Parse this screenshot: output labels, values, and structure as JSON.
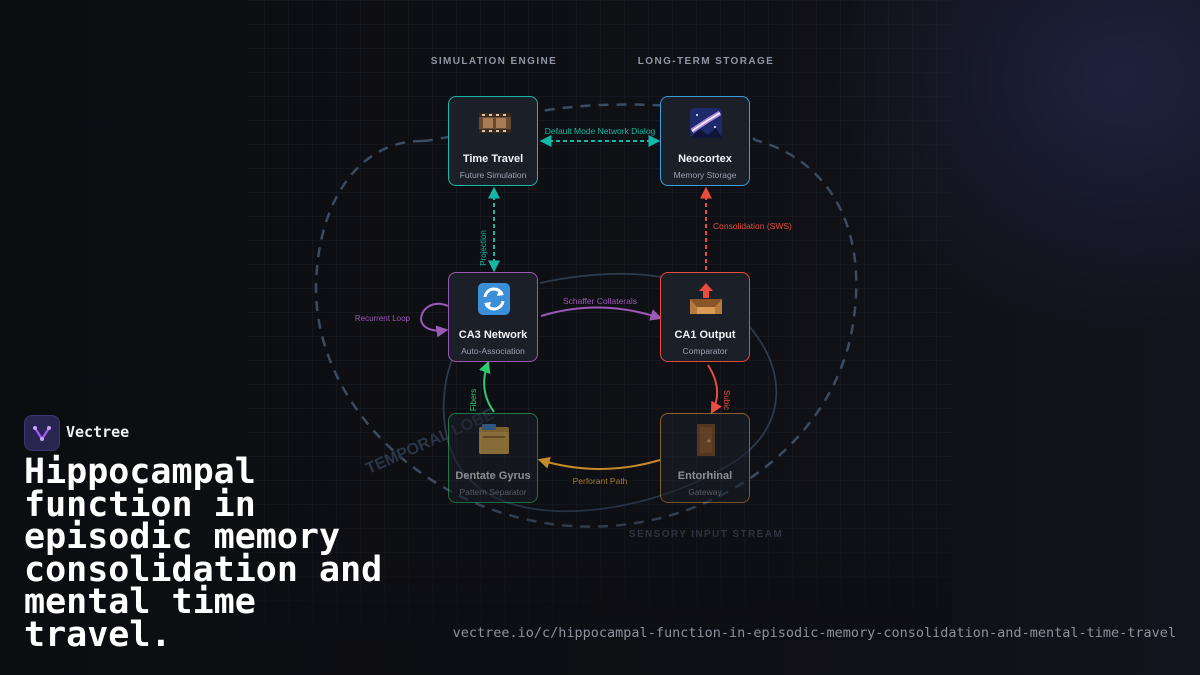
{
  "header": {
    "left_column_label": "SIMULATION ENGINE",
    "right_column_label": "LONG-TERM STORAGE",
    "bottom_label": "SENSORY INPUT STREAM",
    "loop_watermark": "TEMPORAL LOBE"
  },
  "nodes": {
    "time_travel": {
      "title": "Time Travel",
      "subtitle": "Future Simulation",
      "icon": "film-strip-icon",
      "color": "#14b8a6"
    },
    "neocortex": {
      "title": "Neocortex",
      "subtitle": "Memory Storage",
      "icon": "galaxy-icon",
      "color": "#3b9ddd"
    },
    "ca3": {
      "title": "CA3 Network",
      "subtitle": "Auto-Association",
      "icon": "refresh-arrows-icon",
      "color": "#9b59b6"
    },
    "ca1": {
      "title": "CA1 Output",
      "subtitle": "Comparator",
      "icon": "outbox-tray-icon",
      "color": "#e74c3c"
    },
    "dentate": {
      "title": "Dentate Gyrus",
      "subtitle": "Pattern Separator",
      "icon": "card-index-icon",
      "color": "#2ecc71"
    },
    "entorhinal": {
      "title": "Entorhinal",
      "subtitle": "Gateway",
      "icon": "door-icon",
      "color": "#e6a23c"
    }
  },
  "edges": {
    "dmn": {
      "label": "Default Mode Network Dialog",
      "color": "#14b8a6"
    },
    "projection": {
      "label": "Projection",
      "color": "#14b8a6"
    },
    "consolidation": {
      "label": "Consolidation (SWS)",
      "color": "#e74c3c"
    },
    "schaffer": {
      "label": "Schaffer Collaterals",
      "color": "#9b59b6"
    },
    "recurrent": {
      "label": "Recurrent Loop",
      "color": "#9b59b6"
    },
    "mossy": {
      "label": "Fibers",
      "color": "#2ecc71"
    },
    "subiculum": {
      "label": "Subic",
      "color": "#e74c3c"
    },
    "perforant": {
      "label": "Perforant Path",
      "color": "#e6a23c"
    }
  },
  "brand": {
    "name": "Vectree",
    "logo": "vectree-logo-icon",
    "accent": "#a855f7"
  },
  "title": "Hippocampal function in episodic memory consolidation and mental time travel.",
  "url": "vectree.io/c/hippocampal-function-in-episodic-memory-consolidation-and-mental-time-travel"
}
